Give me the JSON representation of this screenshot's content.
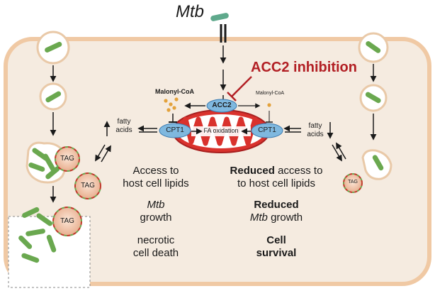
{
  "title": "Mtb",
  "inhibition_label": "ACC2 inhibition",
  "malonyl_left": "Malonyl-CoA",
  "malonyl_right": "Malonyl-CoA",
  "acc2": "ACC2",
  "cpt1_left": "CPT1",
  "cpt1_right": "CPT1",
  "fa_oxidation": "FA oxidation",
  "fatty_acids_left": [
    "fatty",
    "acids"
  ],
  "fatty_acids_right": [
    "fatty",
    "acids"
  ],
  "tag_label": "TAG",
  "left_outcomes": {
    "access": [
      "Access to",
      "host cell lipids"
    ],
    "growth": [
      "Mtb",
      "growth"
    ],
    "death": [
      "necrotic",
      "cell death"
    ]
  },
  "right_outcomes": {
    "access_bold": "Reduced",
    "access_rest": "access to",
    "access_line2": "to host cell lipids",
    "growth_bold": "Reduced",
    "growth_italic": "Mtb",
    "growth_rest": "growth",
    "survival": [
      "Cell",
      "survival"
    ]
  },
  "colors": {
    "cell_fill": "#f5ebe0",
    "cell_border": "#f0c9a4",
    "mtb_green": "#6aa84f",
    "acc2_red": "#b21f24",
    "mito_red": "#d9322d",
    "enzyme_blue": "#7fb8df",
    "tag_fill": "#f2c6a8",
    "malonyl_dots": "#e3a23c"
  }
}
